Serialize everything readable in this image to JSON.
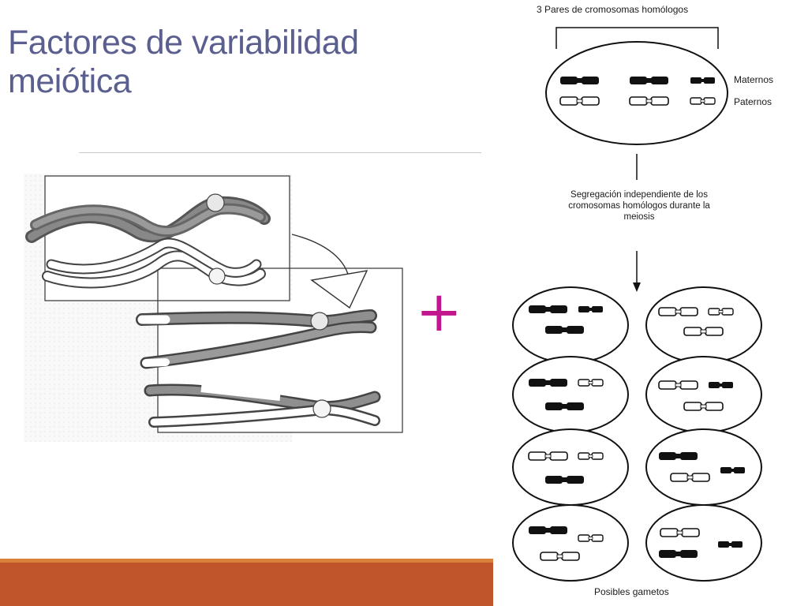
{
  "slide": {
    "title": "Factores de variabilidad meiótica",
    "plus_symbol": "+"
  },
  "segregation_diagram": {
    "top_label": "3 Pares de cromosomas homólogos",
    "maternal_label": "Maternos",
    "paternal_label": "Paternos",
    "process_label": "Segregación independiente de los cromosomas homólogos durante la meiosis",
    "bottom_label": "Posibles gametos"
  },
  "colors": {
    "title": "#5a5f8f",
    "accent_bar": "#c0542b",
    "accent_bar_top": "#d9803a",
    "plus": "#c2168f"
  }
}
